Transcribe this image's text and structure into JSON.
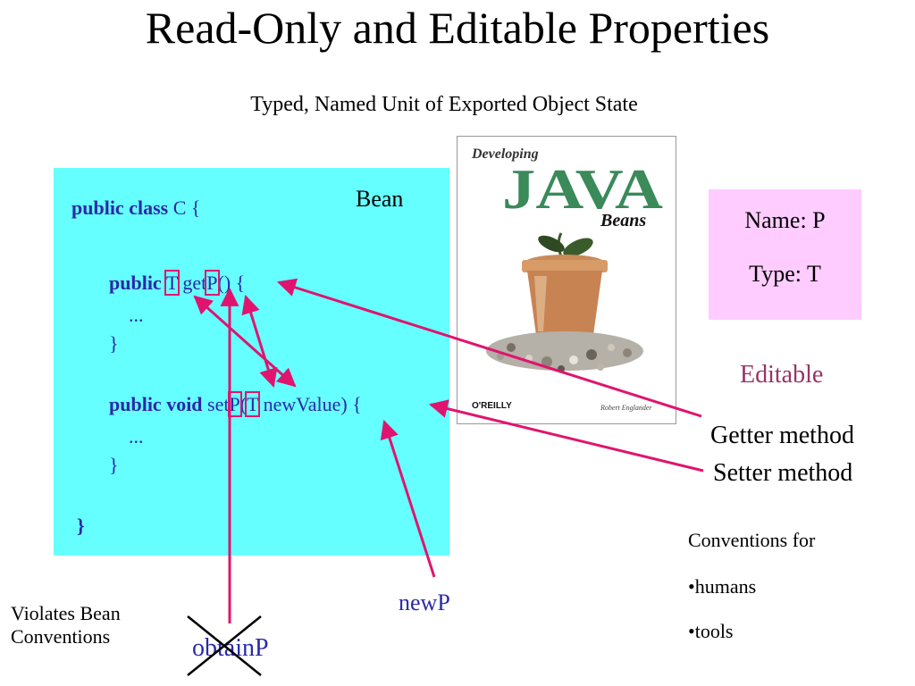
{
  "slide": {
    "title": "Read-Only and Editable Properties",
    "subtitle": "Typed, Named Unit of Exported Object State"
  },
  "code": {
    "line1_kw": "public class",
    "line1_rest": " C {",
    "getter_kw": "public",
    "getter_type": "T",
    "getter_name_pre": " get",
    "getter_prop": "P",
    "getter_rest": "() {",
    "ellipsis1": "...",
    "close1": "}",
    "setter_kw": "public void",
    "setter_name_pre": " set",
    "setter_prop": "P",
    "setter_paren": "(",
    "setter_type": "T",
    "setter_rest": " newValue) {",
    "ellipsis2": "...",
    "close2": "}",
    "class_close": "}"
  },
  "bean_label": "Bean",
  "book": {
    "developing": "Developing",
    "java": "JAVA",
    "beans": "Beans",
    "publisher": "O'REILLY",
    "author": "Robert Englander"
  },
  "property": {
    "name": "Name: P",
    "type": "Type: T"
  },
  "labels": {
    "editable": "Editable",
    "getter": "Getter method",
    "setter": "Setter method",
    "newp": "newP",
    "obtainp": "obtainP",
    "violates_line1": "Violates Bean",
    "violates_line2": "Conventions"
  },
  "conventions": {
    "title": "Conventions for",
    "items": [
      "•humans",
      "•tools"
    ]
  },
  "colors": {
    "bean_bg": "#66ffff",
    "prop_bg": "#ffccff",
    "arrow": "#e0146e",
    "code_text": "#2a2aa8",
    "editable_text": "#993366"
  }
}
